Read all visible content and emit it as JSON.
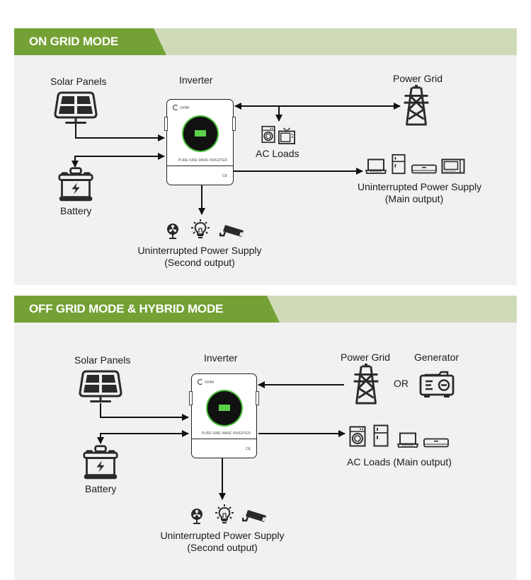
{
  "colors": {
    "banner_dark": "#74a135",
    "banner_light": "#cfdbb8",
    "panel_bg": "#f1f1f1",
    "display_green": "#5cd04b",
    "line": "#111111"
  },
  "sections": [
    {
      "title": "ON GRID MODE",
      "labels": {
        "solar": "Solar Panels",
        "inverter": "Inverter",
        "battery": "Battery",
        "grid": "Power Grid",
        "ac_loads": "AC Loads",
        "main_output_1": "Uninterrupted Power Supply",
        "main_output_2": "(Main output)",
        "second_output_1": "Uninterrupted Power Supply",
        "second_output_2": "(Second output)"
      },
      "icons": {
        "solar": "solar-panel-icon",
        "battery": "battery-icon",
        "grid": "power-tower-icon",
        "ac_loads": [
          "washing-machine-icon",
          "tv-icon"
        ],
        "main_output": [
          "laptop-icon",
          "fridge-icon",
          "air-conditioner-icon",
          "microwave-icon"
        ],
        "second_output": [
          "fan-icon",
          "light-bulb-icon",
          "cctv-camera-icon"
        ]
      }
    },
    {
      "title": "OFF GRID MODE & HYBRID MODE",
      "labels": {
        "solar": "Solar Panels",
        "inverter": "Inverter",
        "battery": "Battery",
        "grid": "Power Grid",
        "or": "OR",
        "generator": "Generator",
        "ac_loads": "AC Loads (Main output)",
        "second_output_1": "Uninterrupted Power Supply",
        "second_output_2": "(Second output)"
      },
      "icons": {
        "solar": "solar-panel-icon",
        "battery": "battery-icon",
        "grid": "power-tower-icon",
        "generator": "generator-icon",
        "ac_loads": [
          "washing-machine-icon",
          "fridge-icon",
          "laptop-icon",
          "air-conditioner-icon"
        ],
        "second_output": [
          "fan-icon",
          "light-bulb-icon",
          "cctv-camera-icon"
        ]
      }
    }
  ],
  "inverter": {
    "brand": "csolar",
    "model": "PURE SINE WAVE INVERTER",
    "cert": "CE"
  }
}
